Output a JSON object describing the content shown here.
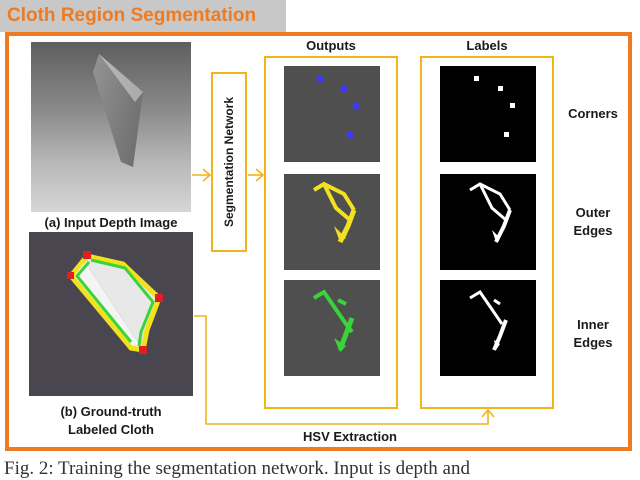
{
  "header": {
    "title": "Cloth Region Segmentation"
  },
  "input_depth": {
    "label": "(a) Input Depth Image"
  },
  "ground_truth": {
    "label_line1": "(b) Ground-truth",
    "label_line2": "Labeled Cloth"
  },
  "network": {
    "label": "Segmentation Network"
  },
  "outputs": {
    "title": "Outputs"
  },
  "labels": {
    "title": "Labels"
  },
  "rows": [
    {
      "label_line1": "Corners",
      "label_line2": ""
    },
    {
      "label_line1": "Outer",
      "label_line2": "Edges"
    },
    {
      "label_line1": "Inner",
      "label_line2": "Edges"
    }
  ],
  "hsv": {
    "label": "HSV Extraction"
  },
  "caption": {
    "text": "Fig. 2: Training the segmentation network. Input is depth and"
  },
  "colors": {
    "accent_orange": "#ee7b21",
    "frame_yellow": "#f0b41c",
    "corner_blue": "#3b3bff",
    "outer_yellow": "#f2e21e",
    "inner_green": "#3ad43a"
  }
}
